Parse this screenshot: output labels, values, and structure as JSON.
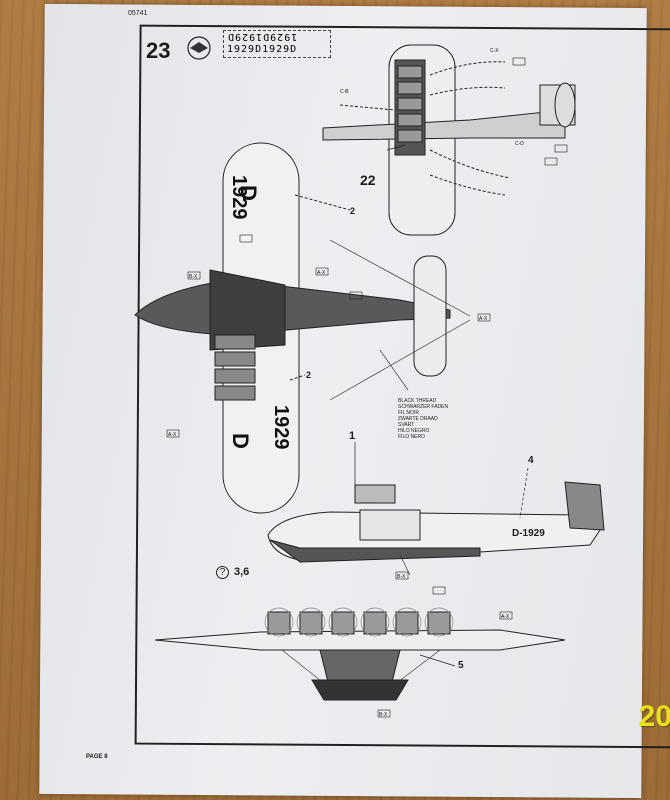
{
  "document": {
    "kit_number": "05741",
    "step_number": "23",
    "decal_codes_mirrored": "1929D1929D",
    "decal_codes_normal": "1929D1929D",
    "page_label": "PAGE 8",
    "corner_stamp": "20"
  },
  "callouts": {
    "part_22": "22",
    "part_2_top": "2",
    "part_2_bottom": "2",
    "part_1": "1",
    "part_4": "4",
    "part_5": "5",
    "part_36": "3,6",
    "question_mark": "?"
  },
  "registrations": {
    "upper_wing_letter": "D",
    "upper_wing_number": "1929",
    "lower_wing_letter": "D",
    "lower_wing_number": "1929",
    "hull_registration": "D-1929"
  },
  "thread_legend": [
    "BLACK THREAD",
    "SCHWARZER FADEN",
    "FIL NOIR",
    "ZWARTE DRAAD",
    "SVART",
    "HILO NEGRO",
    "FILO NERO"
  ],
  "tags": {
    "ax": "A-X",
    "bx": "B-X",
    "cx": "C-X",
    "cb": "C-B",
    "cd": "C-D"
  }
}
